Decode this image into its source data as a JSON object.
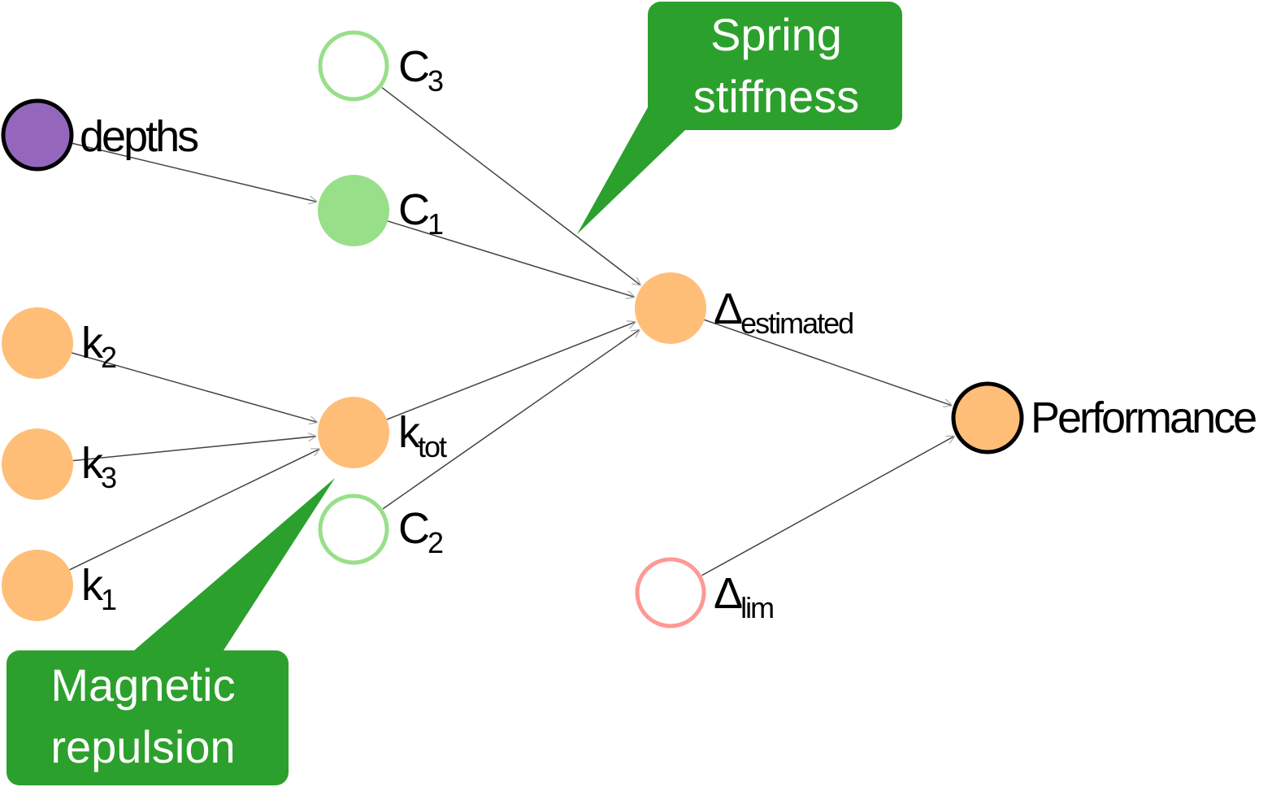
{
  "colors": {
    "purple": "#9467bd",
    "orange": "#ffbe78",
    "green_fill": "#98df8a",
    "green_outline": "#98df8a",
    "red_outline": "#ff9896",
    "callout": "#2ca02c",
    "edge": "#444444",
    "border": "#000000"
  },
  "nodes": [
    {
      "id": "depths",
      "style": "filled-bordered",
      "color": "purple",
      "label": "depths",
      "sub": ""
    },
    {
      "id": "c3",
      "style": "outline",
      "color": "green_outline",
      "label": "C",
      "sub": "3"
    },
    {
      "id": "c1",
      "style": "filled",
      "color": "green_fill",
      "label": "C",
      "sub": "1"
    },
    {
      "id": "k2",
      "style": "filled",
      "color": "orange",
      "label": "k",
      "sub": "2"
    },
    {
      "id": "k3",
      "style": "filled",
      "color": "orange",
      "label": "k",
      "sub": "3"
    },
    {
      "id": "k1",
      "style": "filled",
      "color": "orange",
      "label": "k",
      "sub": "1"
    },
    {
      "id": "ktot",
      "style": "filled",
      "color": "orange",
      "label": "k",
      "sub": "tot"
    },
    {
      "id": "c2",
      "style": "outline",
      "color": "green_outline",
      "label": "C",
      "sub": "2"
    },
    {
      "id": "delta_est",
      "style": "filled",
      "color": "orange",
      "label": "Δ",
      "sub": "estimated"
    },
    {
      "id": "performance",
      "style": "filled-bordered",
      "color": "orange",
      "label": "Performance",
      "sub": ""
    },
    {
      "id": "delta_lim",
      "style": "outline",
      "color": "red_outline",
      "label": "Δ",
      "sub": "lim"
    }
  ],
  "edges": [
    {
      "from": "depths",
      "to": "c1"
    },
    {
      "from": "c3",
      "to": "delta_est"
    },
    {
      "from": "c1",
      "to": "delta_est"
    },
    {
      "from": "k2",
      "to": "ktot"
    },
    {
      "from": "k3",
      "to": "ktot"
    },
    {
      "from": "k1",
      "to": "ktot"
    },
    {
      "from": "ktot",
      "to": "delta_est"
    },
    {
      "from": "c2",
      "to": "delta_est"
    },
    {
      "from": "delta_est",
      "to": "performance"
    },
    {
      "from": "delta_lim",
      "to": "performance"
    }
  ],
  "callouts": [
    {
      "id": "spring",
      "lines": [
        "Spring",
        "stiffness"
      ]
    },
    {
      "id": "magnetic",
      "lines": [
        "Magnetic",
        "repulsion"
      ]
    }
  ]
}
